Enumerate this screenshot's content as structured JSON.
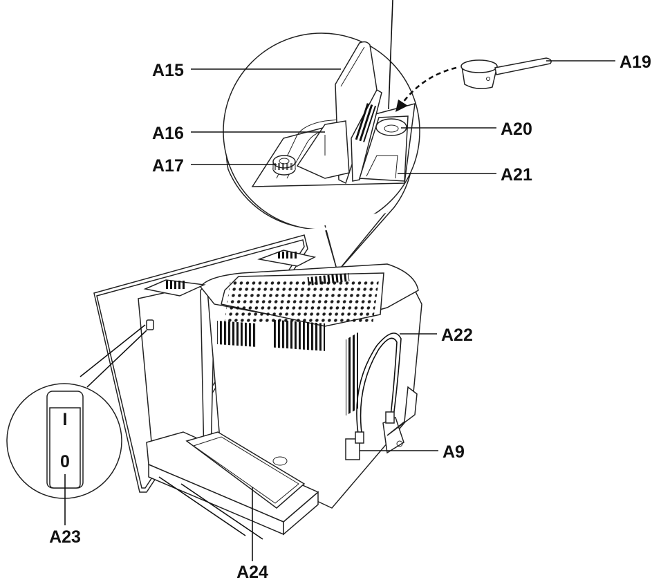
{
  "callouts": {
    "a15": "A15",
    "a16": "A16",
    "a17": "A17",
    "a19": "A19",
    "a20": "A20",
    "a21": "A21",
    "a22": "A22",
    "a9": "A9",
    "a23": "A23",
    "a24": "A24"
  },
  "switch": {
    "on_mark": "I",
    "off_mark": "0"
  },
  "colors": {
    "line": "#111111",
    "background": "#ffffff"
  }
}
